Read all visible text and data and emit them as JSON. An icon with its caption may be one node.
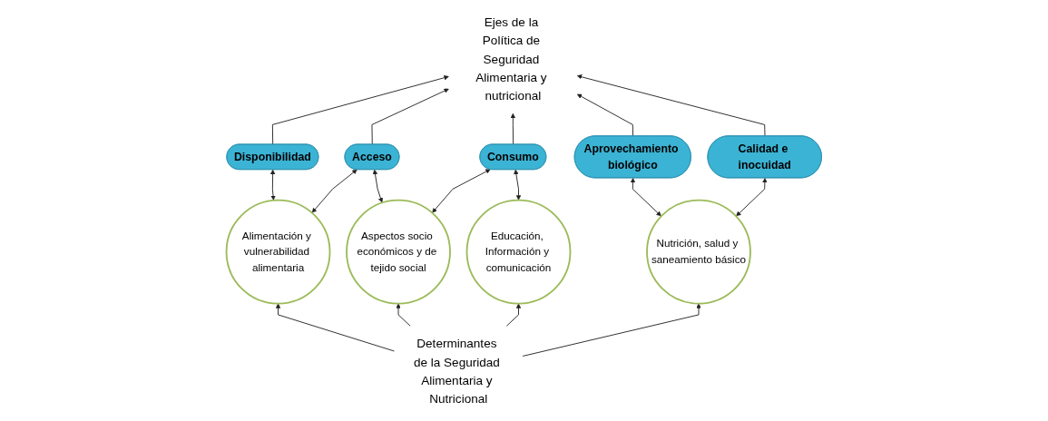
{
  "diagram": {
    "nodes": [
      {
        "text": [
          "Ejes de la Política de Seguridad Alimentaria y nutricional"
        ]
      },
      {
        "text": [
          "Disponibilidad"
        ]
      },
      {
        "text": [
          "Acceso"
        ]
      },
      {
        "text": [
          "Consumo"
        ]
      },
      {
        "text": [
          "Aprovechamiento biológico"
        ]
      },
      {
        "text": [
          "Calidad e inocuidad"
        ]
      },
      {
        "text": [
          "Alimentación y vulnerabilidad alimentaria"
        ]
      },
      {
        "text": [
          "Aspectos socio económicos y de tejido social"
        ]
      },
      {
        "text": [
          "Educación, Información y comunicación"
        ]
      },
      {
        "text": [
          "Nutrición, salud y saneamiento básico"
        ]
      },
      {
        "text": [
          "Determinantes de la Seguridad Alimentaria y Nutricional"
        ]
      }
    ],
    "edges": [
      {
        "from": 1,
        "to": 0,
        "arrow": "to"
      },
      {
        "from": 2,
        "to": 0,
        "arrow": "to"
      },
      {
        "from": 3,
        "to": 0,
        "arrow": "to"
      },
      {
        "from": 4,
        "to": 0,
        "arrow": "to"
      },
      {
        "from": 5,
        "to": 0,
        "arrow": "to"
      },
      {
        "from": 1,
        "to": 6,
        "arrow": "both"
      },
      {
        "from": 2,
        "to": 6,
        "arrow": "both"
      },
      {
        "from": 2,
        "to": 7,
        "arrow": "both"
      },
      {
        "from": 3,
        "to": 7,
        "arrow": "both"
      },
      {
        "from": 3,
        "to": 8,
        "arrow": "both"
      },
      {
        "from": 4,
        "to": 9,
        "arrow": "both"
      },
      {
        "from": 5,
        "to": 9,
        "arrow": "both"
      },
      {
        "from": 10,
        "to": 6,
        "arrow": "to"
      },
      {
        "from": 10,
        "to": 7,
        "arrow": "to"
      },
      {
        "from": 10,
        "to": 8,
        "arrow": "to"
      },
      {
        "from": 10,
        "to": 9,
        "arrow": "to"
      }
    ]
  }
}
